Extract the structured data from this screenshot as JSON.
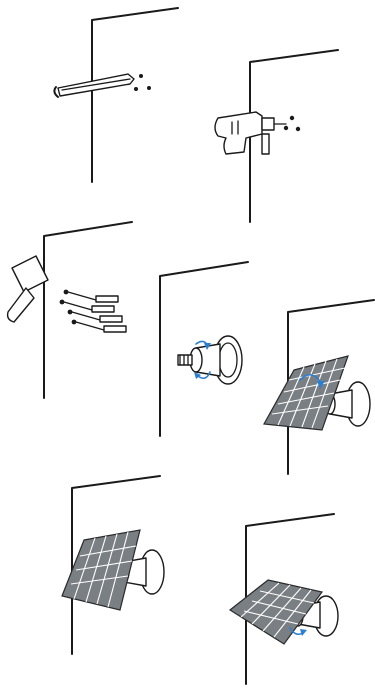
{
  "steps": [
    {
      "id": "mark-holes"
    },
    {
      "id": "drill-holes"
    },
    {
      "id": "insert-anchors"
    },
    {
      "id": "screw-mount"
    },
    {
      "id": "attach-panel"
    },
    {
      "id": "adjust-angle"
    },
    {
      "id": "tighten-mount"
    }
  ],
  "colors": {
    "ink": "#1a1a1a",
    "panel": "#7a7f84",
    "arrow": "#2b7fd1"
  }
}
